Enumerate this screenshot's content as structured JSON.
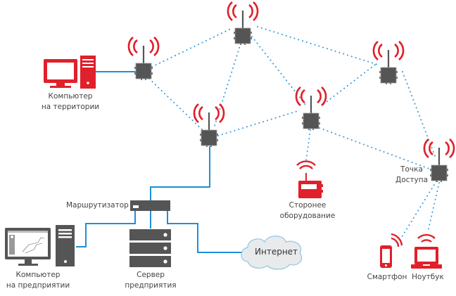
{
  "colors": {
    "wireless_link": "#3a9ad9",
    "wired_link": "#1e8fd6",
    "signal_red": "#e0202a",
    "device_red": "#e0202a",
    "device_gray": "#555555",
    "text": "#444444",
    "cloud_fill": "#e8eaec",
    "cloud_stroke": "#8fc6e8"
  },
  "labels": {
    "field_computer": [
      "Компьютер",
      "на территории"
    ],
    "router": "Маршрутизатор",
    "office_computer": [
      "Компьютер",
      "на предприятии"
    ],
    "server": [
      "Сервер",
      "предприятия"
    ],
    "internet": "Интернет",
    "third_party": [
      "Сторонее",
      "оборудование"
    ],
    "access_point": [
      "Точка",
      "Доступа"
    ],
    "smartphone": "Смартфон",
    "laptop": "Ноутбук"
  },
  "mesh_nodes": [
    {
      "id": "node-1",
      "role": "mesh-node"
    },
    {
      "id": "node-2",
      "role": "mesh-node"
    },
    {
      "id": "node-3",
      "role": "gateway-node"
    },
    {
      "id": "node-4",
      "role": "mesh-node"
    },
    {
      "id": "node-5",
      "role": "mesh-node"
    },
    {
      "id": "node-6",
      "role": "access-point"
    }
  ],
  "wireless_links": [
    [
      "node-1",
      "node-2"
    ],
    [
      "node-1",
      "node-3"
    ],
    [
      "node-2",
      "node-3"
    ],
    [
      "node-2",
      "node-4"
    ],
    [
      "node-2",
      "node-5"
    ],
    [
      "node-3",
      "node-4"
    ],
    [
      "node-4",
      "node-5"
    ],
    [
      "node-4",
      "node-6"
    ],
    [
      "node-5",
      "node-6"
    ],
    [
      "node-4",
      "third-party-device"
    ],
    [
      "node-6",
      "smartphone"
    ],
    [
      "node-6",
      "laptop"
    ]
  ],
  "wired_links": [
    [
      "field-computer",
      "node-1"
    ],
    [
      "node-3",
      "router"
    ],
    [
      "router",
      "office-computer"
    ],
    [
      "router",
      "server"
    ],
    [
      "router",
      "internet"
    ]
  ]
}
